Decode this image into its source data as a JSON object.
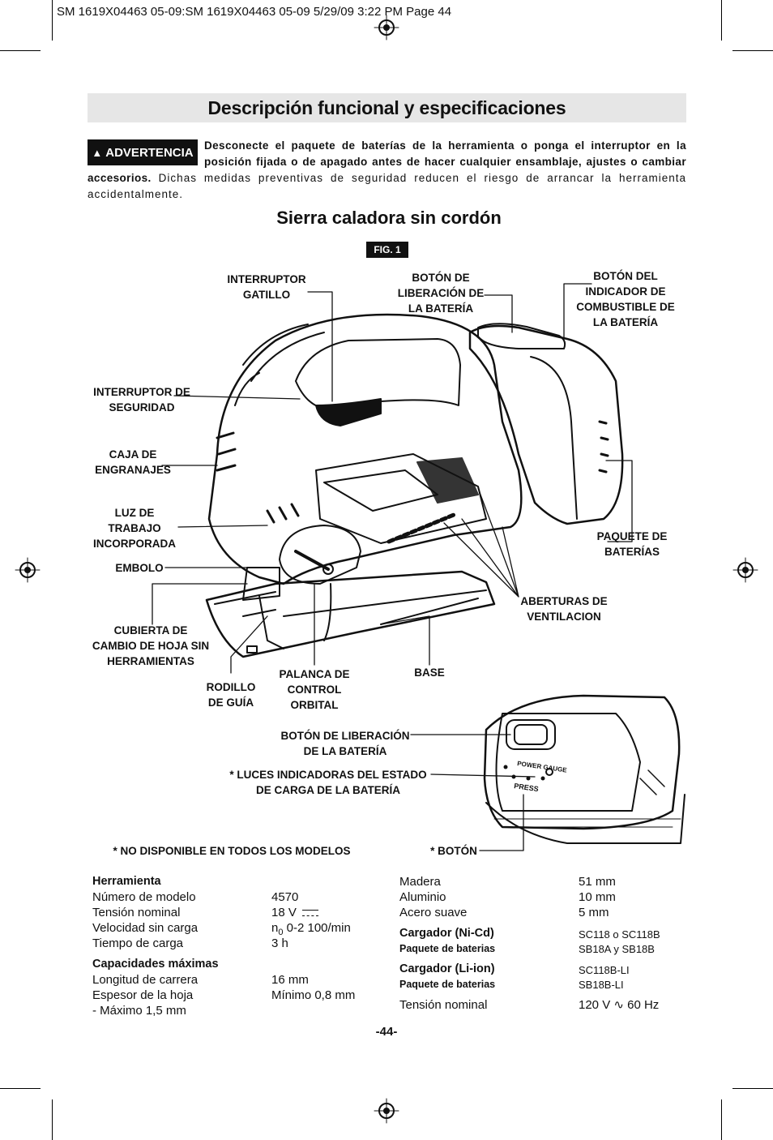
{
  "header": {
    "print_line": "SM 1619X04463 05-09:SM 1619X04463 05-09  5/29/09  3:22 PM  Page 44"
  },
  "title": "Descripción funcional y especificaciones",
  "warning": {
    "badge": "ADVERTENCIA",
    "lead": "Desconecte el paquete de baterías de la herramienta o ponga el interruptor en la posición fijada o de apagado antes de hacer cualquier ensamblaje, ajustes o cambiar accesorios.",
    "rest": " Dichas medidas preventivas de seguridad reducen el riesgo de arrancar la herramienta accidentalmente."
  },
  "subtitle": "Sierra caladora sin cordón",
  "figure": {
    "badge": "FIG. 1",
    "labels": {
      "trigger": [
        "INTERRUPTOR",
        "GATILLO"
      ],
      "battery_release": [
        "BOTÓN DE",
        "LIBERACIÓN DE",
        "LA BATERÍA"
      ],
      "fuel_gauge": [
        "BOTÓN DEL",
        "INDICADOR DE",
        "COMBUSTIBLE DE",
        "LA BATERÍA"
      ],
      "safety_switch": [
        "INTERRUPTOR DE",
        "SEGURIDAD"
      ],
      "gear_case": [
        "CAJA DE",
        "ENGRANAJES"
      ],
      "work_light": [
        "LUZ DE",
        "TRABAJO",
        "INCORPORADA"
      ],
      "plunger": [
        "EMBOLO"
      ],
      "blade_cover": [
        "CUBIERTA DE",
        "CAMBIO DE HOJA SIN",
        "HERRAMIENTAS"
      ],
      "battery_pack": [
        "PAQUETE DE",
        "BATERÍAS"
      ],
      "vents": [
        "ABERTURAS DE",
        "VENTILACION"
      ],
      "roller": [
        "RODILLO",
        "DE GUÍA"
      ],
      "orbital_lever": [
        "PALANCA DE",
        "CONTROL",
        "ORBITAL"
      ],
      "base": [
        "BASE"
      ],
      "battery_release_2": [
        "BOTÓN DE LIBERACIÓN",
        "DE LA BATERÍA"
      ],
      "charge_lights": [
        "* LUCES INDICADORAS DEL ESTADO",
        "DE CARGA DE LA BATERÍA"
      ],
      "not_available": "* NO DISPONIBLE EN TODOS LOS MODELOS",
      "button": "* BOTÓN"
    },
    "battery_print": {
      "gauge": "POWER GAUGE",
      "brand": "PRESS"
    }
  },
  "specs_left": [
    {
      "label": "Herramienta",
      "value": "",
      "bold": true
    },
    {
      "label": "Número de modelo",
      "value": "4570"
    },
    {
      "label": "Tensión nominal",
      "value": "18 V"
    },
    {
      "label": "Velocidad sin carga",
      "value": "0-2 100/min",
      "prefix": "n",
      "sub": "0"
    },
    {
      "label": "Tiempo de carga",
      "value": "3 h"
    },
    {
      "label": "Capacidades máximas",
      "value": "",
      "bold": true
    },
    {
      "label": "Longitud de carrera",
      "value": "16 mm"
    },
    {
      "label": "Espesor de la hoja",
      "value": "Mínimo 0,8 mm"
    },
    {
      "label": "- Máximo 1,5 mm",
      "value": ""
    }
  ],
  "specs_right": [
    {
      "label": "Madera",
      "value": "51 mm"
    },
    {
      "label": "Aluminio",
      "value": "10 mm"
    },
    {
      "label": "Acero suave",
      "value": "5 mm"
    },
    {
      "label": "Cargador (Ni-Cd)",
      "value": "SC118 o SC118B",
      "bold": true
    },
    {
      "label": "Paquete de baterias",
      "value": "SB18A y SB18B",
      "small": true
    },
    {
      "label": "Cargador (Li-ion)",
      "value": "SC118B-LI",
      "bold": true
    },
    {
      "label": "Paquete de baterias",
      "value": "SB18B-LI",
      "small": true
    },
    {
      "label": "Tensión nominal",
      "value": "120 V",
      "value2": "60 Hz"
    }
  ],
  "page_number": "-44-"
}
